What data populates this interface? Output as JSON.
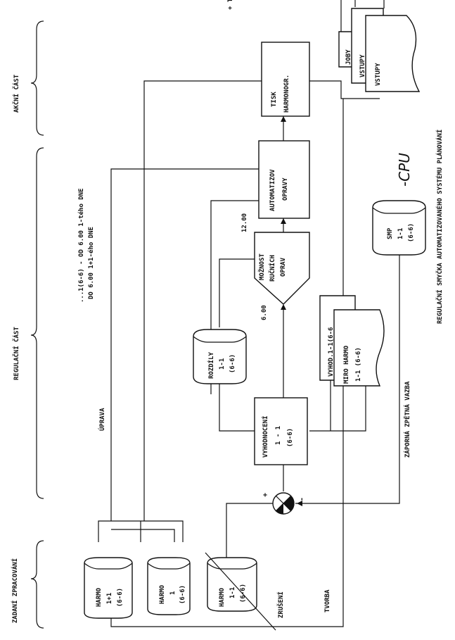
{
  "sections": {
    "zadani": "ZADANÍ ZPRACOVÁNÍ",
    "regulacni": "REGULAČNÍ ČÁST",
    "akcni": "AKČNÍ ČÁST"
  },
  "note": {
    "line1": "...1(6-6) - OD 6.00 1-tého DNE",
    "line2": "DO 6.00 1+1-ého DNE"
  },
  "cpu_label": "-CPU",
  "caption": "REGULAČNÍ SMYČKA AUTOMATIZOVANÉHO SYSTÉMU PLÁNOVÁNÍ",
  "top_fragment": "+ TIC",
  "drums": {
    "harmo_next": [
      "HARMO",
      "1+1",
      "(6-6)"
    ],
    "harmo_cur": [
      "HARMO",
      "1",
      "(6-6)"
    ],
    "harmo_prev": [
      "HARMO",
      "1-1",
      "(6-6)"
    ],
    "rozdily": [
      "ROZDÍLY",
      "1-1",
      "(6-6)"
    ],
    "smp": [
      "SMP",
      "1-1",
      "(6-6)"
    ]
  },
  "blocks": {
    "vyhodnoceni": [
      "VYHODNOCENÍ",
      "1 - 1",
      "(6-6)"
    ],
    "moznost": [
      "MOŽNOST",
      "RUČNÍCH",
      "OPRAV"
    ],
    "automatizov": [
      "AUTOMATIZOV",
      "OPRAVY"
    ],
    "tisk": [
      "TISK",
      "HARMONOGR."
    ]
  },
  "docs": {
    "vyhod": "VYHOD.1-1(6-6",
    "miro": [
      "MIRO HARMO",
      "1-1 (6-6)"
    ],
    "joby": "JOBY",
    "vstupy1": "VSTUPY",
    "vstupy2": "VSTUPY"
  },
  "labels": {
    "oprava": "ÚPRAVA",
    "zruseni": "ZRUŠENÍ",
    "tvorba": "TVORBA",
    "zaporna": "ZÁPORNÁ ZPĚTNÁ VAZBA",
    "t600": "6.00",
    "t1200": "12.00",
    "plus": "+",
    "minus": "-"
  }
}
